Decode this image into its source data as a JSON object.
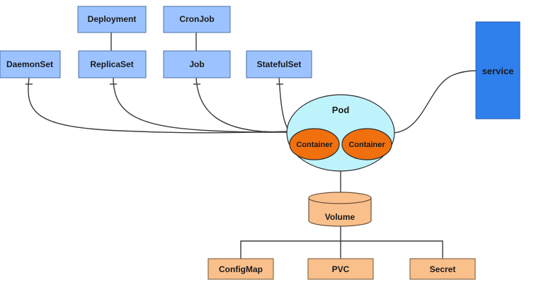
{
  "nodes": {
    "deployment": "Deployment",
    "cronjob": "CronJob",
    "daemonset": "DaemonSet",
    "replicaset": "ReplicaSet",
    "job": "Job",
    "statefulset": "StatefulSet",
    "service": "service",
    "pod": "Pod",
    "container_1": "Container",
    "container_2": "Container",
    "volume": "Volume",
    "configmap": "ConfigMap",
    "pvc": "PVC",
    "secret": "Secret"
  },
  "colors": {
    "controller_fill": "#9cc3ff",
    "service_fill": "#2f80ed",
    "pod_fill": "#bff3fb",
    "container_fill": "#f0700e",
    "storage_fill": "#f9c08c"
  }
}
